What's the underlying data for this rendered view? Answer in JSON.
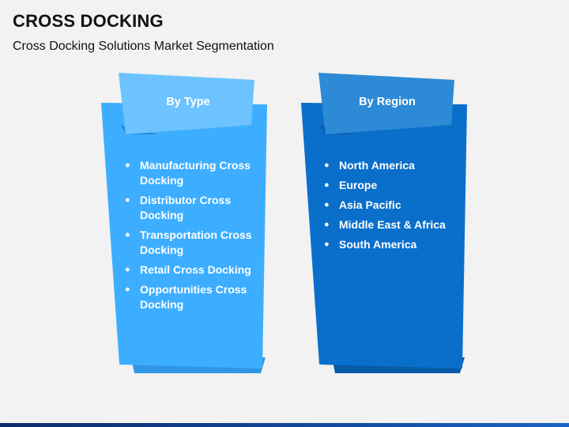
{
  "header": {
    "title": "CROSS DOCKING",
    "subtitle": "Cross Docking Solutions Market Segmentation"
  },
  "colors": {
    "left_main": "#3daeff",
    "left_tab": "#6cc3ff",
    "left_shadow": "#2f96e6",
    "right_main": "#0a6fcb",
    "right_tab": "#2d8ad6",
    "right_shadow": "#085aa6"
  },
  "segments": [
    {
      "label": "By Type",
      "items": [
        "Manufacturing Cross Docking",
        "Distributor Cross Docking",
        "Transportation Cross Docking",
        "Retail Cross Docking",
        "Opportunities  Cross Docking"
      ]
    },
    {
      "label": "By Region",
      "items": [
        "North America",
        "Europe",
        "Asia Pacific",
        "Middle East & Africa",
        "South America"
      ]
    }
  ]
}
